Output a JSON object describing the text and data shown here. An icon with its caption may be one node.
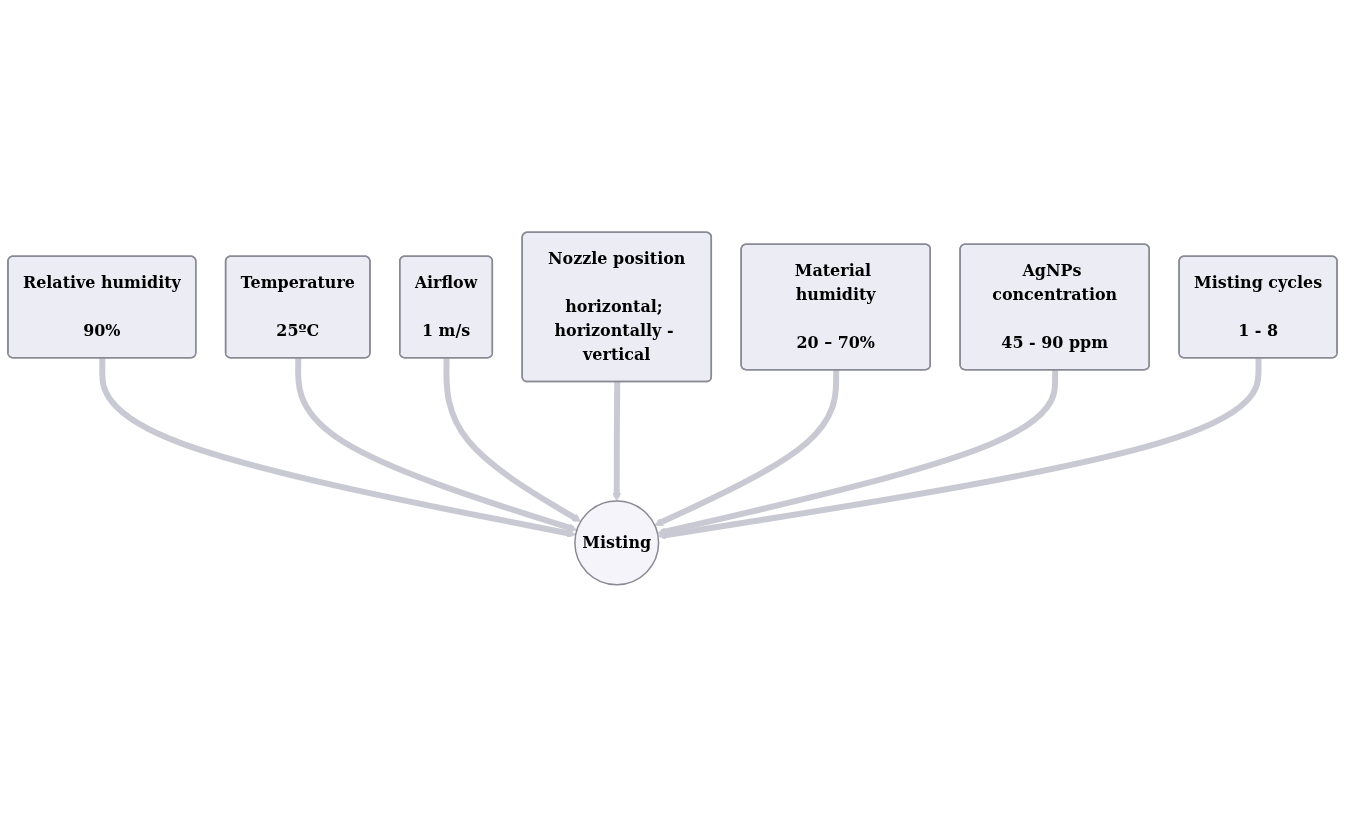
{
  "diagram": {
    "nodes": [
      {
        "text": [
          "Relative humidity",
          "90%"
        ]
      },
      {
        "text": [
          "Temperature",
          "25ºC"
        ]
      },
      {
        "text": [
          "Airflow",
          "1 m/s"
        ]
      },
      {
        "text": [
          "Nozzle position",
          "horizontal; horizontally - vertical"
        ]
      },
      {
        "text": [
          "Material humidity",
          "20 – 70%"
        ]
      },
      {
        "text": [
          "AgNPs concentration",
          "45 - 90 ppm"
        ]
      },
      {
        "text": [
          "Misting cycles",
          "1 - 8"
        ]
      },
      {
        "text": [
          "Misting"
        ]
      }
    ],
    "edges": [
      {
        "from": 0,
        "to": 7,
        "arrow": "to"
      },
      {
        "from": 1,
        "to": 7,
        "arrow": "to"
      },
      {
        "from": 2,
        "to": 7,
        "arrow": "to"
      },
      {
        "from": 3,
        "to": 7,
        "arrow": "to"
      },
      {
        "from": 4,
        "to": 7,
        "arrow": "to"
      },
      {
        "from": 5,
        "to": 7,
        "arrow": "to"
      },
      {
        "from": 6,
        "to": 7,
        "arrow": "to"
      }
    ]
  }
}
